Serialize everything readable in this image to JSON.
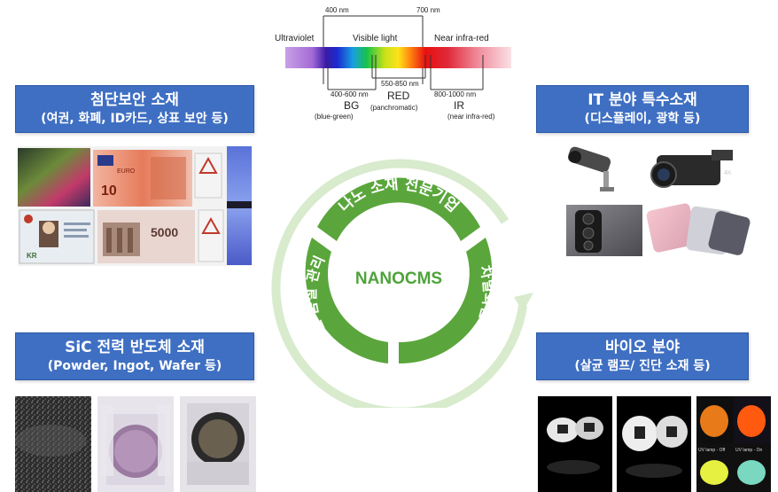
{
  "spectrum": {
    "nm400": "400 nm",
    "nm700": "700 nm",
    "ultraviolet": "Ultraviolet",
    "visible": "Visible light",
    "near_ir": "Near infra-red",
    "bg_range": "400-600 nm",
    "bg": "BG",
    "bg_sub": "(blue-green)",
    "red_range": "550-850 nm",
    "red": "RED",
    "red_sub": "(panchromatic)",
    "ir_range": "800-1000 nm",
    "ir": "IR",
    "ir_sub": "(near infra-red)"
  },
  "categories": {
    "security": {
      "title": "첨단보안 소재",
      "subtitle": "(여권, 화폐, ID카드, 상표 보안 등)"
    },
    "it": {
      "title": "IT 분야 특수소재",
      "subtitle": "(디스플레이, 광학 등)"
    },
    "sic": {
      "title": "SiC 전력 반도체 소재",
      "subtitle": "(Powder, Ingot, Wafer 등)"
    },
    "bio": {
      "title": "바이오 분야",
      "subtitle": "(살균 램프/ 진단 소재 등)"
    }
  },
  "ring": {
    "center": "NANOCMS",
    "seg_top": "나노 소재 전문기업",
    "seg_right": "차별화된 제품 개발",
    "seg_left": "체계적인 품질 관리"
  },
  "photos": {
    "banknote_10": "10",
    "banknote_euro": "EURO",
    "banknote_5000": "5000",
    "id_kr": "KR",
    "camera_4k": "4K",
    "uv_off": "UV lamp - Off",
    "uv_on": "UV lamp - On"
  },
  "colors": {
    "label_blue": "#3f6fc2",
    "ring_green": "#5aa63c",
    "ring_light": "#d8ebcd",
    "center_text": "#4ea33a"
  }
}
